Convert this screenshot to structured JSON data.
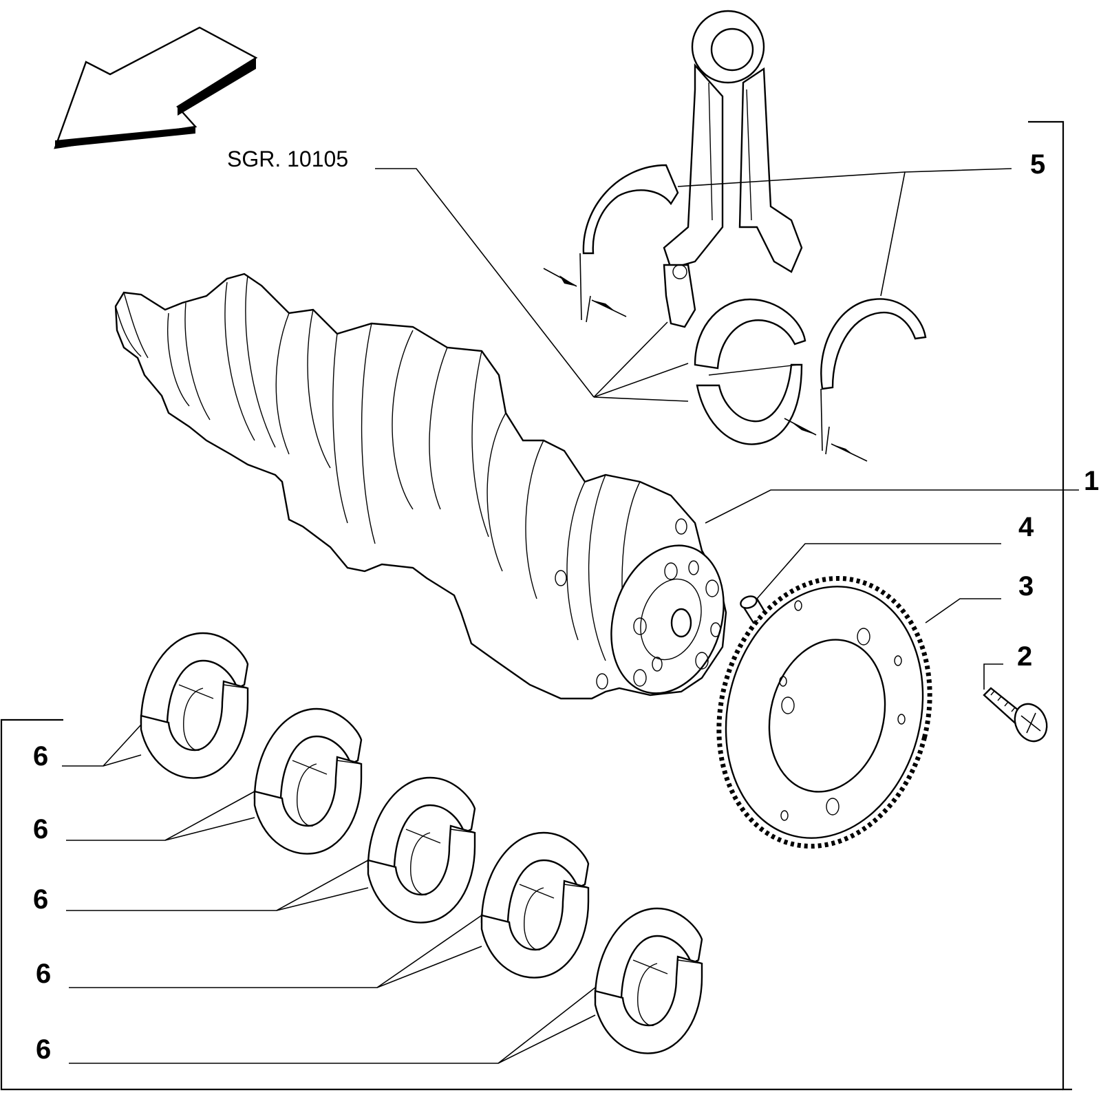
{
  "reference_label": "SGR. 10105",
  "callouts": {
    "crankshaft": "1",
    "screw": "2",
    "gear": "3",
    "pin": "4",
    "conrod_bearing_shells": "5",
    "main_bearing_1": "6",
    "main_bearing_2": "6",
    "main_bearing_3": "6",
    "main_bearing_4": "6",
    "main_bearing_5": "6"
  },
  "icons": {
    "orientation_arrow": "arrow-icon",
    "crankshaft": "crankshaft-icon",
    "connecting_rod": "connecting-rod-icon",
    "gear": "gear-icon",
    "screw": "screw-icon",
    "pin": "pin-icon",
    "bearing_shell": "bearing-shell-icon"
  },
  "colors": {
    "line": "#000000",
    "background": "#ffffff"
  }
}
